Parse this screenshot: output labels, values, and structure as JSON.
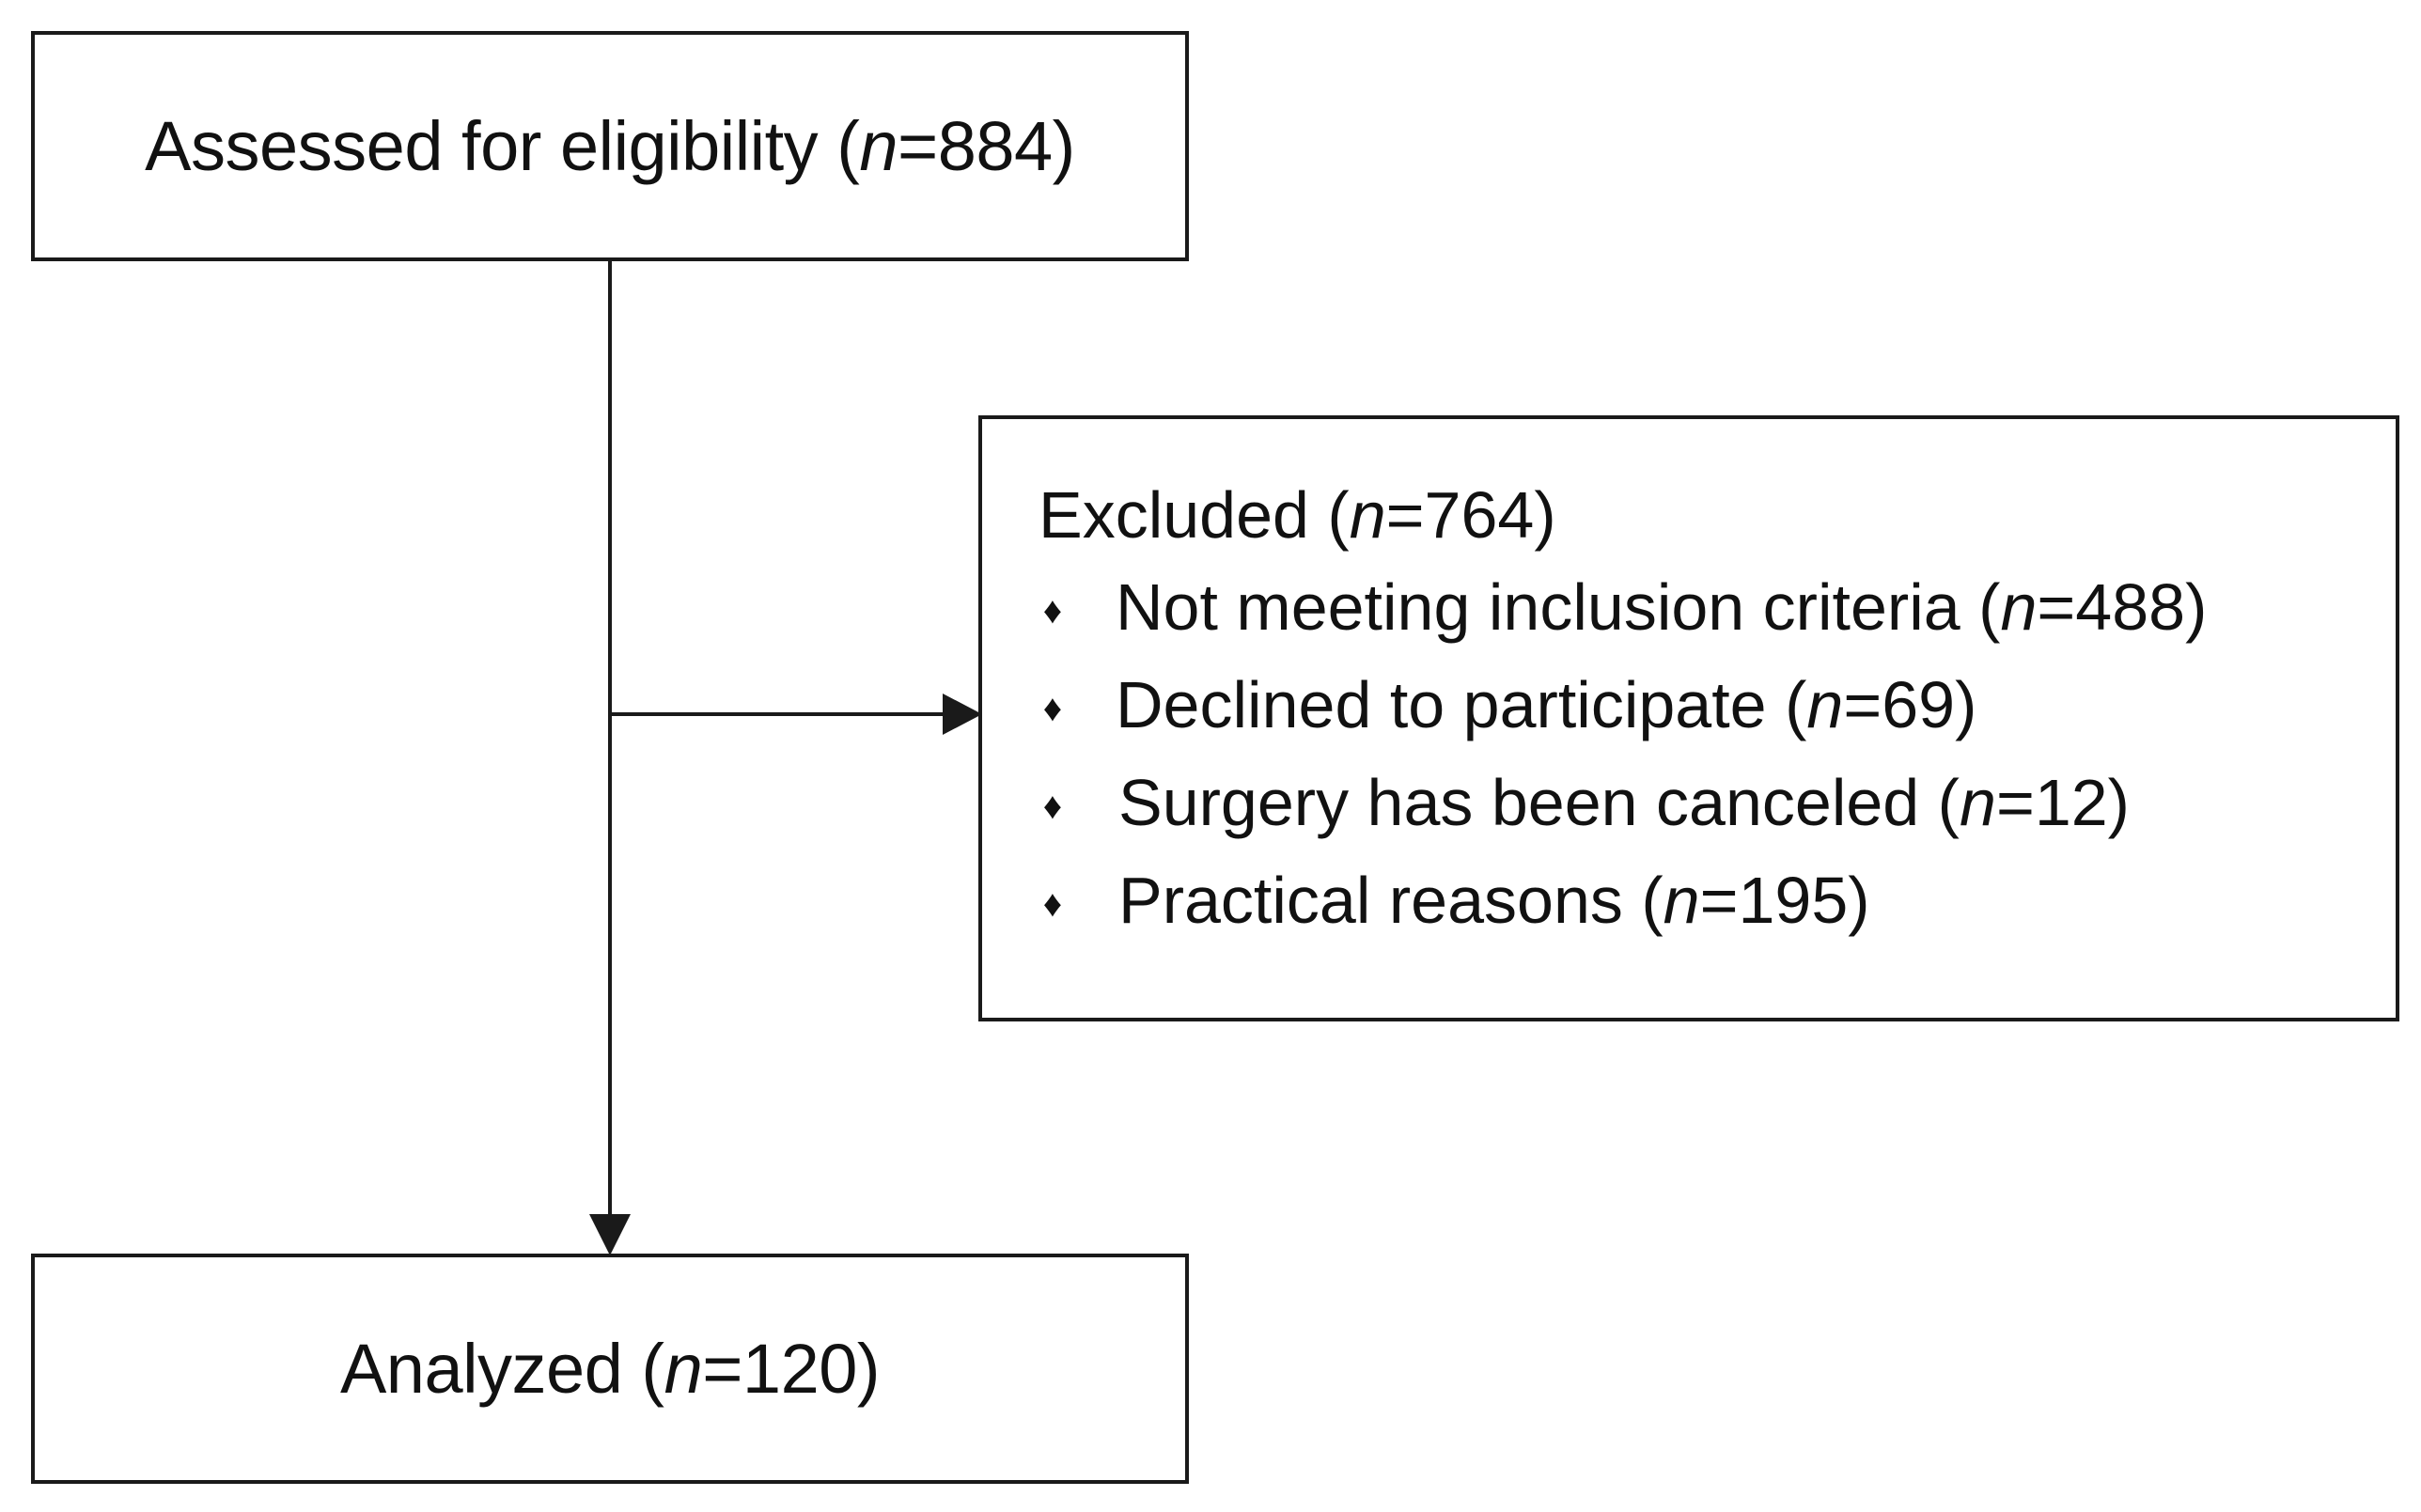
{
  "flowchart": {
    "assessed": {
      "label": "Assessed for eligibility (",
      "n_symbol": "n",
      "value": "=884)"
    },
    "excluded": {
      "label": "Excluded (",
      "n_symbol": "n",
      "value": "=764)",
      "items": [
        {
          "label": "Not meeting inclusion criteria (",
          "n_symbol": "n",
          "value": "=488)"
        },
        {
          "label": "Declined to participate (",
          "n_symbol": "n",
          "value": "=69)"
        },
        {
          "label": "Surgery has been canceled (",
          "n_symbol": "n",
          "value": "=12)"
        },
        {
          "label": "Practical reasons (",
          "n_symbol": "n",
          "value": "=195)"
        }
      ],
      "bullet": "♦"
    },
    "analyzed": {
      "label": "Analyzed (",
      "n_symbol": "n",
      "value": "=120)"
    }
  }
}
